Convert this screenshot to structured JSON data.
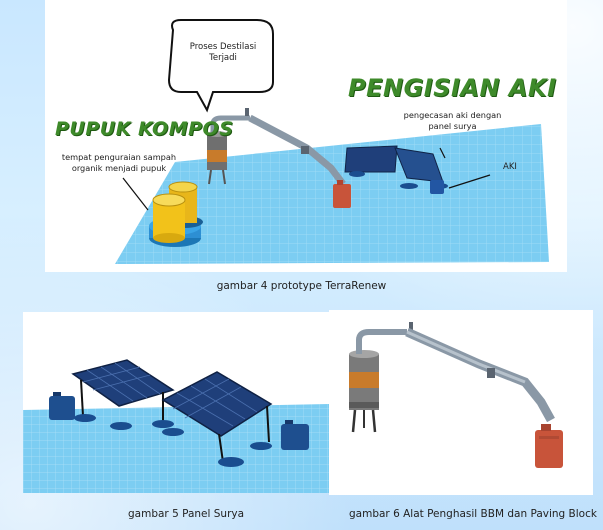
{
  "figures": {
    "prototype": {
      "caption": "gambar 4 prototype TerraRenew",
      "title_left": "PUPUK KOMPOS",
      "title_right": "PENGISIAN AKI",
      "speech_bubble": "Proses Destilasi Terjadi",
      "note_kompos": "tempat penguraian sampah organik menjadi pupuk",
      "note_panel": "pengecasan aki dengan panel surya",
      "label_aki": "AKI"
    },
    "solar_panel": {
      "caption": "gambar 5 Panel Surya"
    },
    "bbm_device": {
      "caption": "gambar 6 Alat Penghasil BBM dan Paving Block"
    }
  },
  "colors": {
    "grid_blue": "#7ccdf2",
    "panel_navy": "#1f3f7a",
    "title_green": "#3e8a2a",
    "tank_orange": "#c8543a",
    "bin_yellow": "#f2c21a",
    "pipe_gray": "#8a98a6"
  }
}
